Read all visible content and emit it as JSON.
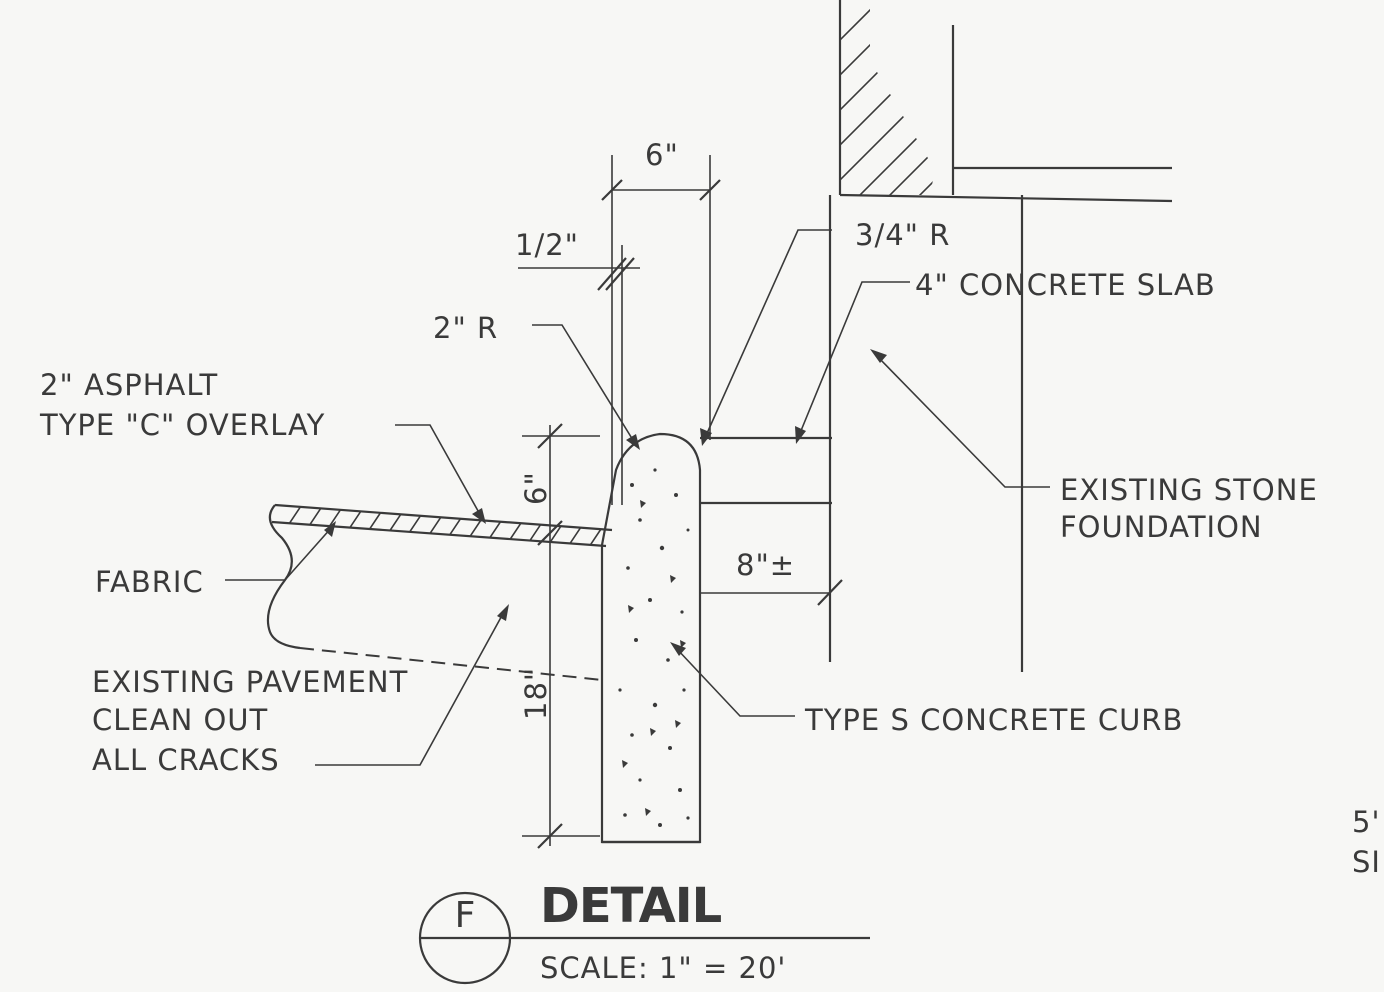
{
  "labels": {
    "width_6": "6\"",
    "half_inch": "1/2\"",
    "radius_3_4": "3/4\" R",
    "concrete_slab": "4\" CONCRETE SLAB",
    "radius_2": "2\" R",
    "asphalt_line1": "2\" ASPHALT",
    "asphalt_line2": "TYPE \"C\" OVERLAY",
    "existing_stone_line1": "EXISTING STONE",
    "existing_stone_line2": "FOUNDATION",
    "depth_6": "6\"",
    "fabric": "FABRIC",
    "offset_8": "8\"±",
    "pavement_line1": "EXISTING PAVEMENT",
    "pavement_line2": "CLEAN OUT",
    "pavement_line3": "ALL CRACKS",
    "height_18": "18\"",
    "curb": "TYPE S CONCRETE CURB",
    "edge_line1": "5'",
    "edge_line2": "SI"
  },
  "title_block": {
    "marker": "F",
    "title": "DETAIL",
    "scale": "SCALE: 1\" = 20'"
  }
}
